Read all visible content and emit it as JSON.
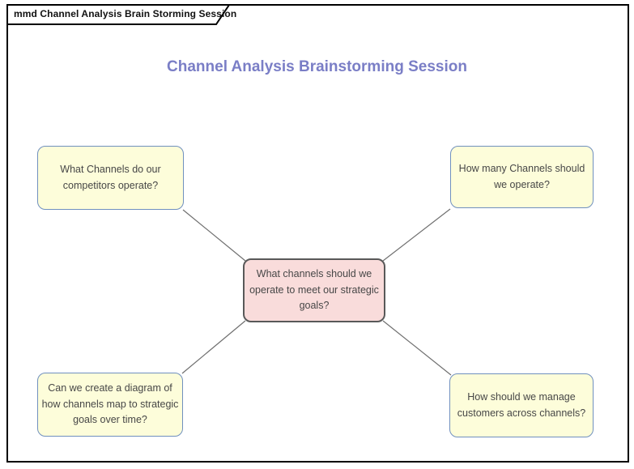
{
  "frame": {
    "tab_label": "mmd Channel Analysis Brain Storming Session",
    "type": "mind-map-diagram-frame"
  },
  "diagram": {
    "title": "Channel Analysis Brainstorming Session"
  },
  "colors": {
    "title_text": "#7A7EC6",
    "topic_fill": "#FDFDDA",
    "topic_border": "#7090BE",
    "central_fill": "#F9DCDB",
    "central_border": "#595959",
    "node_text": "#474747",
    "connector_line": "#6F6F6F",
    "frame_border": "#000000",
    "background": "#FFFFFF"
  },
  "nodes": [
    {
      "role": "central-topic",
      "position": "center",
      "text": "What channels should we operate to meet our strategic goals?"
    },
    {
      "role": "topic",
      "position": "top-left",
      "text": "What Channels do our competitors operate?"
    },
    {
      "role": "topic",
      "position": "top-right",
      "text": "How many Channels should we operate?"
    },
    {
      "role": "topic",
      "position": "bottom-left",
      "text": "Can we create a diagram of how channels map to strategic goals over time?"
    },
    {
      "role": "topic",
      "position": "bottom-right",
      "text": "How should we manage customers across channels?"
    }
  ],
  "connectors": [
    {
      "from": "central-topic",
      "to": "topic-top-left"
    },
    {
      "from": "central-topic",
      "to": "topic-top-right"
    },
    {
      "from": "central-topic",
      "to": "topic-bottom-left"
    },
    {
      "from": "central-topic",
      "to": "topic-bottom-right"
    }
  ]
}
